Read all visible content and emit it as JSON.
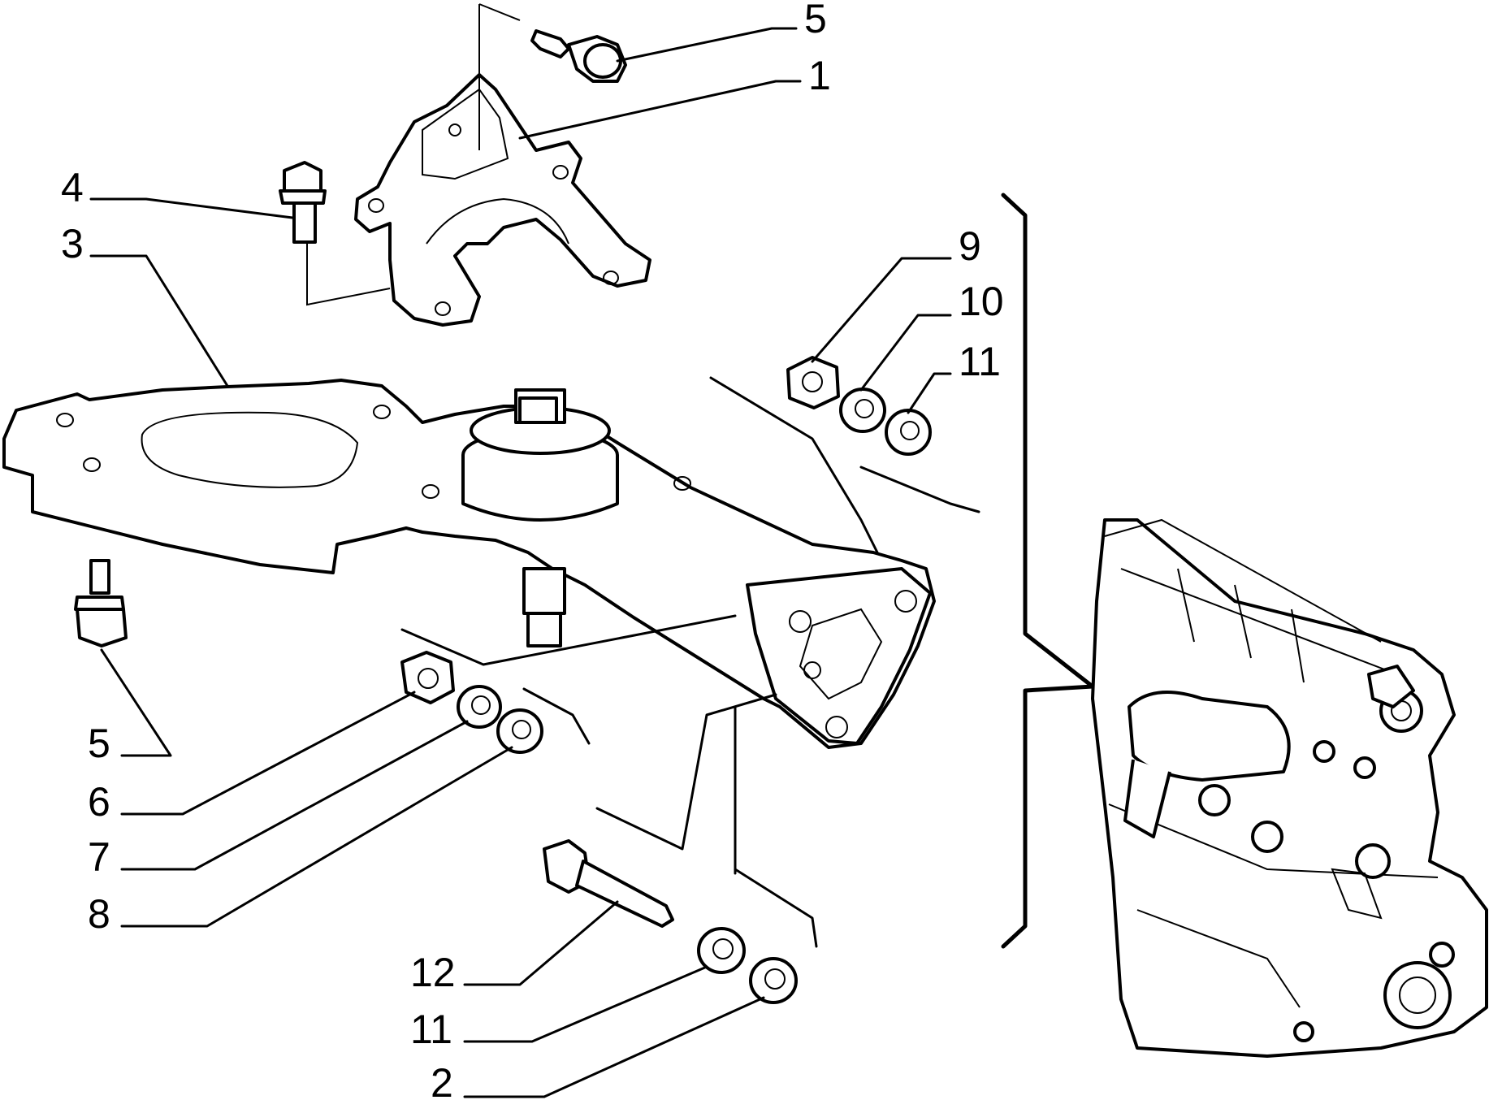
{
  "callouts": [
    {
      "id": "c5a",
      "text": "5"
    },
    {
      "id": "c1",
      "text": "1"
    },
    {
      "id": "c4",
      "text": "4"
    },
    {
      "id": "c3",
      "text": "3"
    },
    {
      "id": "c9",
      "text": "9"
    },
    {
      "id": "c10",
      "text": "10"
    },
    {
      "id": "c11a",
      "text": "11"
    },
    {
      "id": "c5b",
      "text": "5"
    },
    {
      "id": "c6",
      "text": "6"
    },
    {
      "id": "c7",
      "text": "7"
    },
    {
      "id": "c8",
      "text": "8"
    },
    {
      "id": "c12",
      "text": "12"
    },
    {
      "id": "c11b",
      "text": "11"
    },
    {
      "id": "c2",
      "text": "2"
    }
  ]
}
